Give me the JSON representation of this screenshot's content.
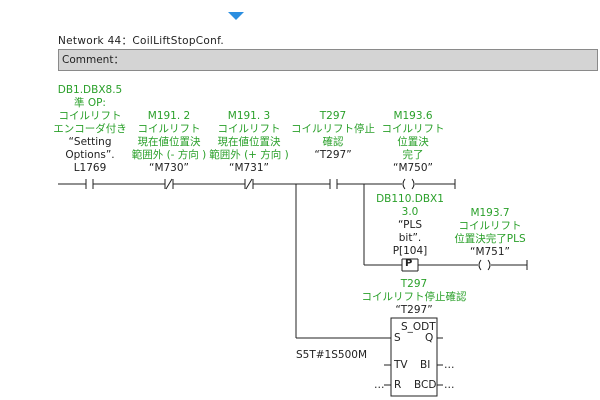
{
  "network": {
    "title": "Network 44：CoilLiftStopConf.",
    "comment_label": "Comment："
  },
  "contacts": [
    {
      "lines": [
        "DB1.DBX8.5",
        "準 OP:",
        "コイルリフト",
        "エンコーダ付き"
      ],
      "symbol": [
        "“Setting",
        "Options”.",
        "L1769"
      ]
    },
    {
      "lines": [
        "M191. 2",
        "コイルリフト",
        "現在値位置決",
        "範囲外 (- 方向 )"
      ],
      "symbol": [
        "“M730”"
      ]
    },
    {
      "lines": [
        "M191. 3",
        "コイルリフト",
        "現在値位置決",
        "範囲外 (+ 方向 )"
      ],
      "symbol": [
        "“M731”"
      ]
    },
    {
      "lines": [
        "T297",
        "コイルリフト停止",
        "確認"
      ],
      "symbol": [
        "“T297”"
      ]
    }
  ],
  "coils": [
    {
      "lines": [
        "M193.6",
        "コイルリフト",
        "位置決",
        "完了"
      ],
      "symbol": [
        "“M750”"
      ]
    },
    {
      "lines": [
        "M193.7",
        "コイルリフト",
        "位置決完了PLS"
      ],
      "symbol": [
        "“M751”"
      ]
    }
  ],
  "edge": {
    "lines": [
      "DB110.DBX1",
      "3.0"
    ],
    "symbol": [
      "“PLS",
      "bit”.",
      "P[104]"
    ],
    "marker": "P"
  },
  "timer": {
    "addr": "T297",
    "name": "コイルリフト停止確認",
    "symbol": "“T297”",
    "type": "S_ODT",
    "preset": "S5T#1S500M",
    "pins": {
      "s": "S",
      "tv": "TV",
      "r": "R",
      "q": "Q",
      "bi": "BI",
      "bcd": "BCD"
    },
    "dots": "…"
  }
}
